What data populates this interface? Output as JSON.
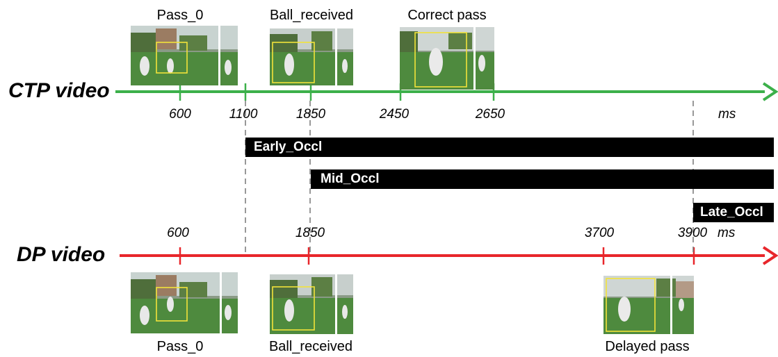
{
  "colors": {
    "ctp_line": "#3cb04a",
    "dp_line": "#e8262b",
    "occlusion_bar": "#000000",
    "dashed": "#777777",
    "box": "#f2e33a"
  },
  "units": "ms",
  "ctp": {
    "title": "CTP video",
    "ticks": [
      {
        "value": 600,
        "label": "600"
      },
      {
        "value": 1100,
        "label": "1100"
      },
      {
        "value": 1850,
        "label": "1850"
      },
      {
        "value": 2450,
        "label": "2450"
      },
      {
        "value": 2650,
        "label": "2650"
      }
    ],
    "frames": [
      {
        "label": "Pass_0"
      },
      {
        "label": "Ball_received"
      },
      {
        "label": "Correct pass"
      }
    ]
  },
  "occlusions": [
    {
      "label": "Early_Occl",
      "start": 1100
    },
    {
      "label": "Mid_Occl",
      "start": 1850
    },
    {
      "label": "Late_Occl",
      "start": 3900
    }
  ],
  "dp": {
    "title": "DP video",
    "ticks": [
      {
        "value": 600,
        "label": "600"
      },
      {
        "value": 1850,
        "label": "1850"
      },
      {
        "value": 3700,
        "label": "3700"
      },
      {
        "value": 3900,
        "label": "3900"
      }
    ],
    "frames": [
      {
        "label": "Pass_0"
      },
      {
        "label": "Ball_received"
      },
      {
        "label": "Delayed pass"
      }
    ]
  }
}
